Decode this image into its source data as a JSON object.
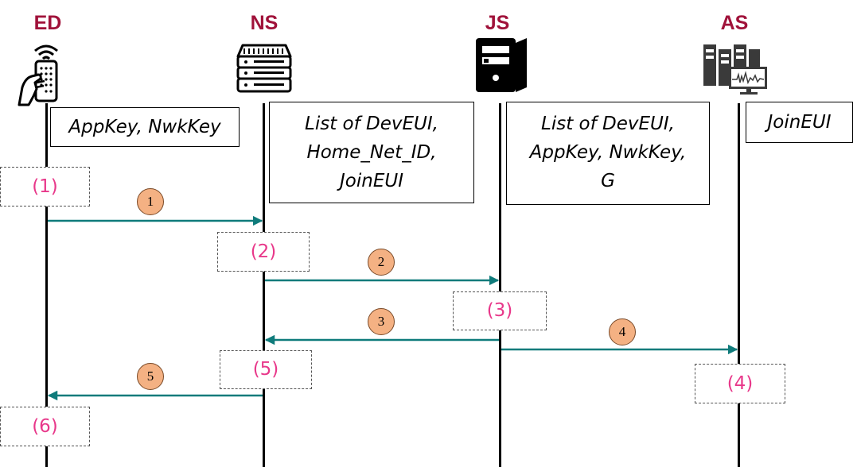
{
  "entities": {
    "ed": "ED",
    "ns": "NS",
    "js": "JS",
    "as": "AS"
  },
  "knowledge": {
    "ed": [
      "AppKey, NwkKey"
    ],
    "ns": [
      "List of DevEUI,",
      "Home_Net_ID,",
      "JoinEUI"
    ],
    "js": [
      "List of DevEUI,",
      "AppKey, NwkKey,",
      "G"
    ],
    "as": [
      "JoinEUI"
    ]
  },
  "steps": {
    "s1": "(1)",
    "s2": "(2)",
    "s3": "(3)",
    "s4": "(4)",
    "s5": "(5)",
    "s6": "(6)"
  },
  "messages": {
    "m1": "1",
    "m2": "2",
    "m3": "3",
    "m4": "4",
    "m5": "5"
  },
  "icons": {
    "ed": "remote-control-hand-icon",
    "ns": "network-server-icon",
    "js": "server-tower-icon",
    "as": "application-server-icon"
  },
  "colors": {
    "entity_label": "#a0123a",
    "step_label": "#e8388a",
    "arrow": "#0f7b7b",
    "badge": "#f4b183"
  }
}
